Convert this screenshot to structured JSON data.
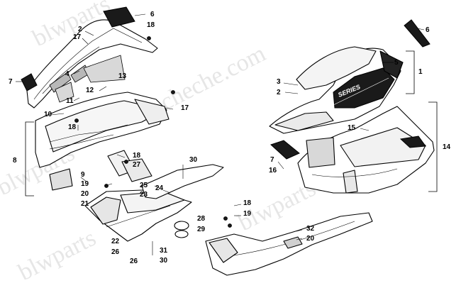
{
  "watermark": {
    "text_1": "blwparts",
    "text_2": "cheche.com",
    "text_3": "blwparts",
    "text_4": "blwpartsche.com",
    "text_5": "blwparts"
  },
  "callouts": {
    "c1": "1",
    "c2a": "2",
    "c2b": "2",
    "c3": "3",
    "c4": "4",
    "c5": "5",
    "c6a": "6",
    "c6b": "6",
    "c7a": "7",
    "c7b": "7",
    "c8": "8",
    "c9": "9",
    "c10": "10",
    "c11": "11",
    "c12": "12",
    "c13": "13",
    "c14": "14",
    "c15": "15",
    "c16": "16",
    "c17a": "17",
    "c17b": "17",
    "c18a": "18",
    "c18b": "18",
    "c18c": "18",
    "c18d": "18",
    "c19a": "19",
    "c19b": "19",
    "c20a": "20",
    "c20b": "20",
    "c21": "21",
    "c22": "22",
    "c23": "23",
    "c24": "24",
    "c25": "25",
    "c26a": "26",
    "c26b": "26",
    "c27": "27",
    "c28": "28",
    "c29": "29",
    "c30a": "30",
    "c30b": "30",
    "c31": "31",
    "c32": "32"
  },
  "nameplate_text": "SERIES"
}
